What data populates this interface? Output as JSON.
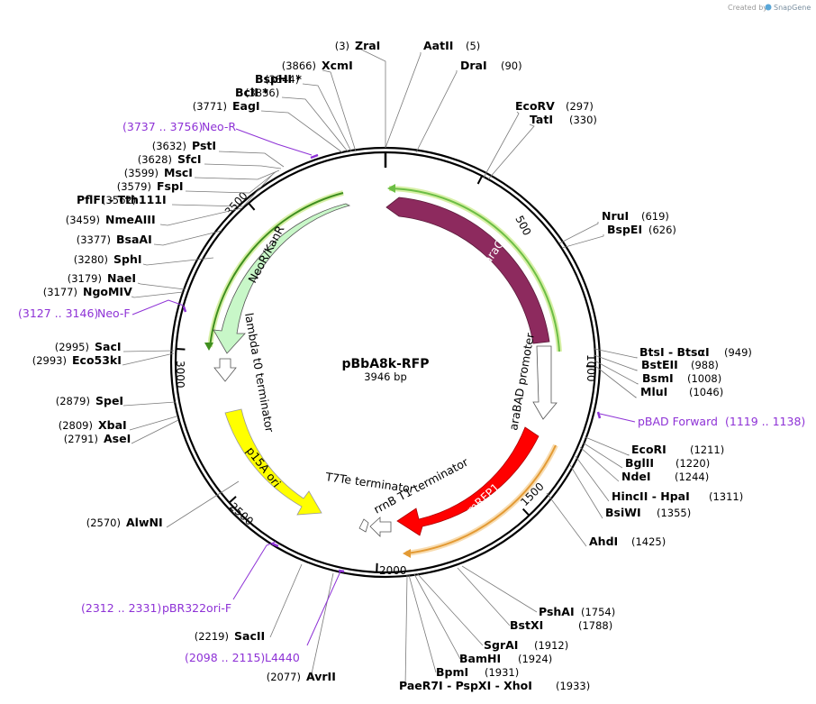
{
  "plasmid": {
    "name": "pBbA8k-RFP",
    "size": "3946 bp"
  },
  "credit": {
    "prefix": "Created by",
    "brand": "SnapGene"
  },
  "ticks": [
    "500",
    "1000",
    "1500",
    "2000",
    "2500",
    "3000",
    "3500"
  ],
  "sites": [
    {
      "pos": "(3)",
      "name": "ZraI"
    },
    {
      "pos": "(5)",
      "name": "AatII"
    },
    {
      "pos": "(90)",
      "name": "DraI"
    },
    {
      "pos": "(3866)",
      "name": "XcmI"
    },
    {
      "pos": "(3844)",
      "name": "BspHI *"
    },
    {
      "pos": "(3836)",
      "name": "BclI *"
    },
    {
      "pos": "(3771)",
      "name": "EagI"
    },
    {
      "pos": "(297)",
      "name": "EcoRV"
    },
    {
      "pos": "(330)",
      "name": "TatI"
    },
    {
      "pos": "(3632)",
      "name": "PstI"
    },
    {
      "pos": "(3628)",
      "name": "SfcI"
    },
    {
      "pos": "(3599)",
      "name": "MscI"
    },
    {
      "pos": "(3579)",
      "name": "FspI"
    },
    {
      "pos": "(3562)",
      "name": "PflFI  - Tth111I"
    },
    {
      "pos": "(3459)",
      "name": "NmeAIII"
    },
    {
      "pos": "(619)",
      "name": "NruI"
    },
    {
      "pos": "(626)",
      "name": "BspEI"
    },
    {
      "pos": "(3377)",
      "name": "BsaAI"
    },
    {
      "pos": "(3280)",
      "name": "SphI"
    },
    {
      "pos": "(3179)",
      "name": "NaeI"
    },
    {
      "pos": "(3177)",
      "name": "NgoMIV"
    },
    {
      "pos": "(949)",
      "name": "BtsI  - BtsαI"
    },
    {
      "pos": "(988)",
      "name": "BstEII"
    },
    {
      "pos": "(1008)",
      "name": "BsmI"
    },
    {
      "pos": "(1046)",
      "name": "MluI"
    },
    {
      "pos": "(2995)",
      "name": "SacI"
    },
    {
      "pos": "(2993)",
      "name": "Eco53kI"
    },
    {
      "pos": "(2879)",
      "name": "SpeI"
    },
    {
      "pos": "(2809)",
      "name": "XbaI"
    },
    {
      "pos": "(2791)",
      "name": "AseI"
    },
    {
      "pos": "(1211)",
      "name": "EcoRI"
    },
    {
      "pos": "(1220)",
      "name": "BglII"
    },
    {
      "pos": "(1244)",
      "name": "NdeI"
    },
    {
      "pos": "(1311)",
      "name": "HincII  - HpaI"
    },
    {
      "pos": "(1355)",
      "name": "BsiWI"
    },
    {
      "pos": "(1425)",
      "name": "AhdI"
    },
    {
      "pos": "(2570)",
      "name": "AlwNI"
    },
    {
      "pos": "(1754)",
      "name": "PshAI"
    },
    {
      "pos": "(1788)",
      "name": "BstXI"
    },
    {
      "pos": "(1912)",
      "name": "SgrAI"
    },
    {
      "pos": "(1924)",
      "name": "BamHI"
    },
    {
      "pos": "(1931)",
      "name": "BpmI"
    },
    {
      "pos": "(1933)",
      "name": "PaeR7I  - PspXI  - XhoI"
    },
    {
      "pos": "(2219)",
      "name": "SacII"
    },
    {
      "pos": "(2077)",
      "name": "AvrII"
    }
  ],
  "primers": [
    {
      "range": "(3737 .. 3756)",
      "name": "Neo-R"
    },
    {
      "range": "(3127 .. 3146)",
      "name": "Neo-F"
    },
    {
      "range": "(1119 .. 1138)",
      "name": "pBAD Forward"
    },
    {
      "range": "(2312 .. 2331)",
      "name": "pBR322ori-F"
    },
    {
      "range": "(2098 .. 2115)",
      "name": "L4440"
    }
  ],
  "features": [
    {
      "name": "araC",
      "color": "#8d2a5e"
    },
    {
      "name": "araBAD promoter",
      "color": "#ffffff"
    },
    {
      "name": "mRFP1",
      "color": "#ff0000"
    },
    {
      "name": "rrnB T1 terminator",
      "color": "#ffffff"
    },
    {
      "name": "T7Te terminator",
      "color": "#ffffff"
    },
    {
      "name": "p15A ori",
      "color": "#ffff00"
    },
    {
      "name": "lambda t0 terminator",
      "color": "#ffffff"
    },
    {
      "name": "NeoR/KanR",
      "color": "#c8f7c8"
    }
  ],
  "colors": {
    "primer": "#8e32d6",
    "orf_green": "#6cbe45",
    "orf_orange": "#f0a842"
  }
}
